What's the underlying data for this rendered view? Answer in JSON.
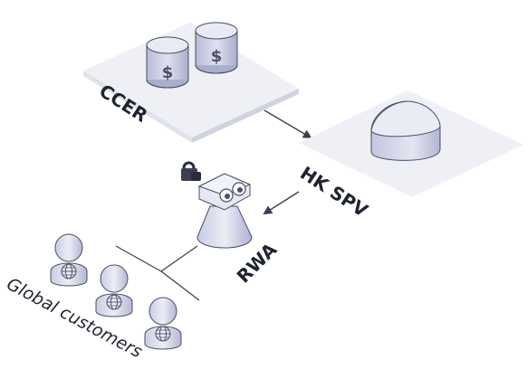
{
  "nodes": {
    "ccer": {
      "label": "CCER",
      "coin_symbol": "$"
    },
    "hk_spv": {
      "label": "HK SPV"
    },
    "rwa": {
      "label": "RWA"
    },
    "customers": {
      "label": "Global customers"
    }
  },
  "colors": {
    "platform_top": "#eef0f5",
    "platform_side": "#d7dae4",
    "object_light": "#eceef6",
    "object_mid": "#c9cce0",
    "object_dark": "#9da2c2",
    "outline": "#4a4f66",
    "arrow": "#3a3f52"
  }
}
